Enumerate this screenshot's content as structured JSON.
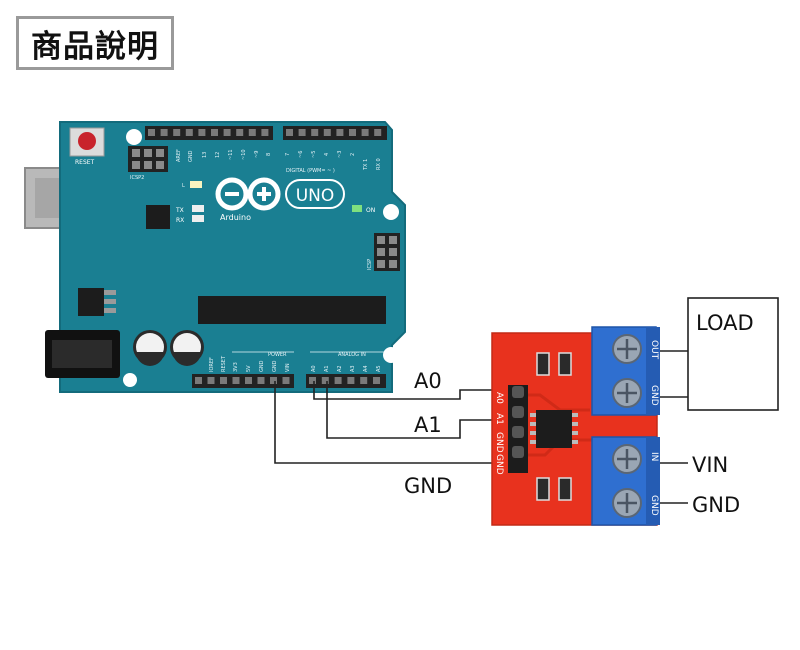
{
  "title": "商品說明",
  "arduino": {
    "reset_label": "RESET",
    "icsp2_label": "ICSP2",
    "icsp_label": "ICSP",
    "aref_label": "AREF",
    "gnd_label": "GND",
    "pins_top": [
      "13",
      "12",
      "~11",
      "~10",
      "~9",
      "8",
      "7",
      "~6",
      "~5",
      "4",
      "~3",
      "2",
      "TX 1",
      "RX 0"
    ],
    "digital_label": "DIGITAL (PWM= ~ )",
    "l_label": "L",
    "tx_label": "TX",
    "rx_label": "RX",
    "brand": "Arduino",
    "model": "UNO",
    "on_label": "ON",
    "power_label": "POWER",
    "analog_label": "ANALOG IN",
    "power_pins": [
      "IOREF",
      "RESET",
      "3V3",
      "5V",
      "GND",
      "GND",
      "VIN"
    ],
    "analog_pins": [
      "A0",
      "A1",
      "A2",
      "A3",
      "A4",
      "A5"
    ]
  },
  "module": {
    "pin_labels": [
      "A0",
      "A1",
      "GND",
      "GND"
    ],
    "out_labels": [
      "OUT",
      "GND"
    ],
    "in_labels": [
      "IN",
      "GND"
    ]
  },
  "labels": {
    "a0": "A0",
    "a1": "A1",
    "gnd_left": "GND",
    "load": "LOAD",
    "vin": "VIN",
    "gnd_right": "GND"
  },
  "colors": {
    "board": "#1a7f92",
    "board_dark": "#136b7c",
    "module": "#e8321e",
    "terminal": "#2f6fd0"
  }
}
